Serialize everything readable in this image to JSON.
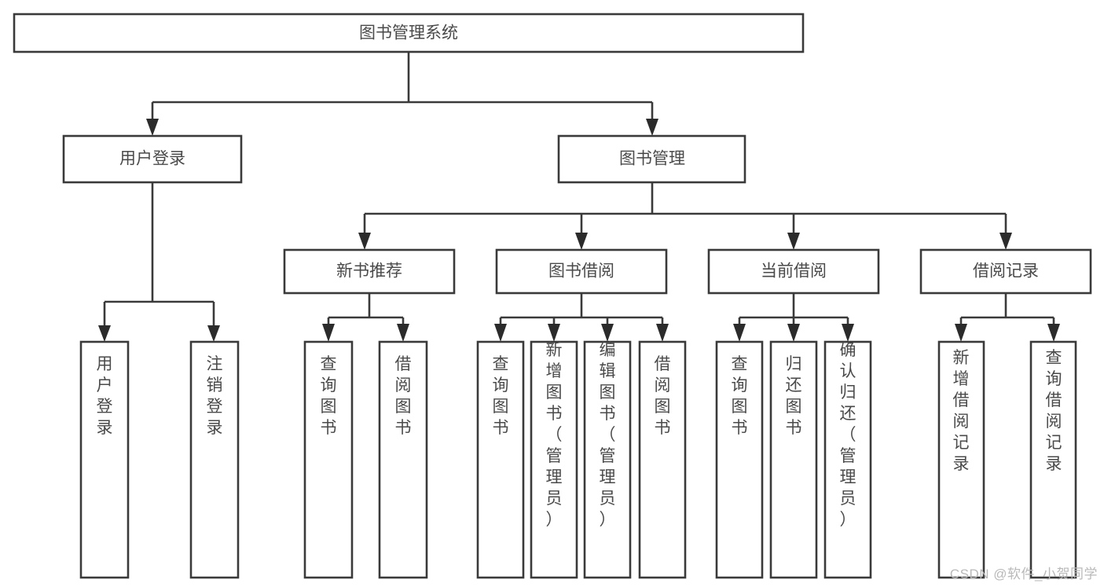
{
  "diagram": {
    "type": "tree-hierarchy-chart",
    "title": "图书管理系统",
    "watermark": "CSDN @软件_小贺同学",
    "colors": {
      "background": "#ffffff",
      "box_stroke": "#3a3a3a",
      "connector": "#3a3a3a",
      "arrow": "#2b2b2b",
      "label_text": "#4a4a4a",
      "watermark_text": "#b9b9b9"
    },
    "levels": {
      "root": {
        "label": "图书管理系统"
      },
      "level2": [
        {
          "label": "用户登录"
        },
        {
          "label": "图书管理"
        }
      ],
      "level3": [
        {
          "label": "新书推荐"
        },
        {
          "label": "图书借阅"
        },
        {
          "label": "当前借阅"
        },
        {
          "label": "借阅记录"
        }
      ]
    },
    "nodes": {
      "root": "图书管理系统",
      "user_login": "用户登录",
      "book_manage": "图书管理",
      "new_book_rec": "新书推荐",
      "book_borrow": "图书借阅",
      "current_borrow": "当前借阅",
      "borrow_record": "借阅记录"
    },
    "leaves": {
      "user_login": [
        "用户登录",
        "注销登录"
      ],
      "new_book_rec": [
        "查询图书",
        "借阅图书"
      ],
      "book_borrow": [
        "查询图书",
        "新增图书（管理员）",
        "编辑图书（管理员）",
        "借阅图书"
      ],
      "current_borrow": [
        "查询图书",
        "归还图书",
        "确认归还（管理员）"
      ],
      "borrow_record": [
        "新增借阅记录",
        "查询借阅记录"
      ]
    }
  }
}
